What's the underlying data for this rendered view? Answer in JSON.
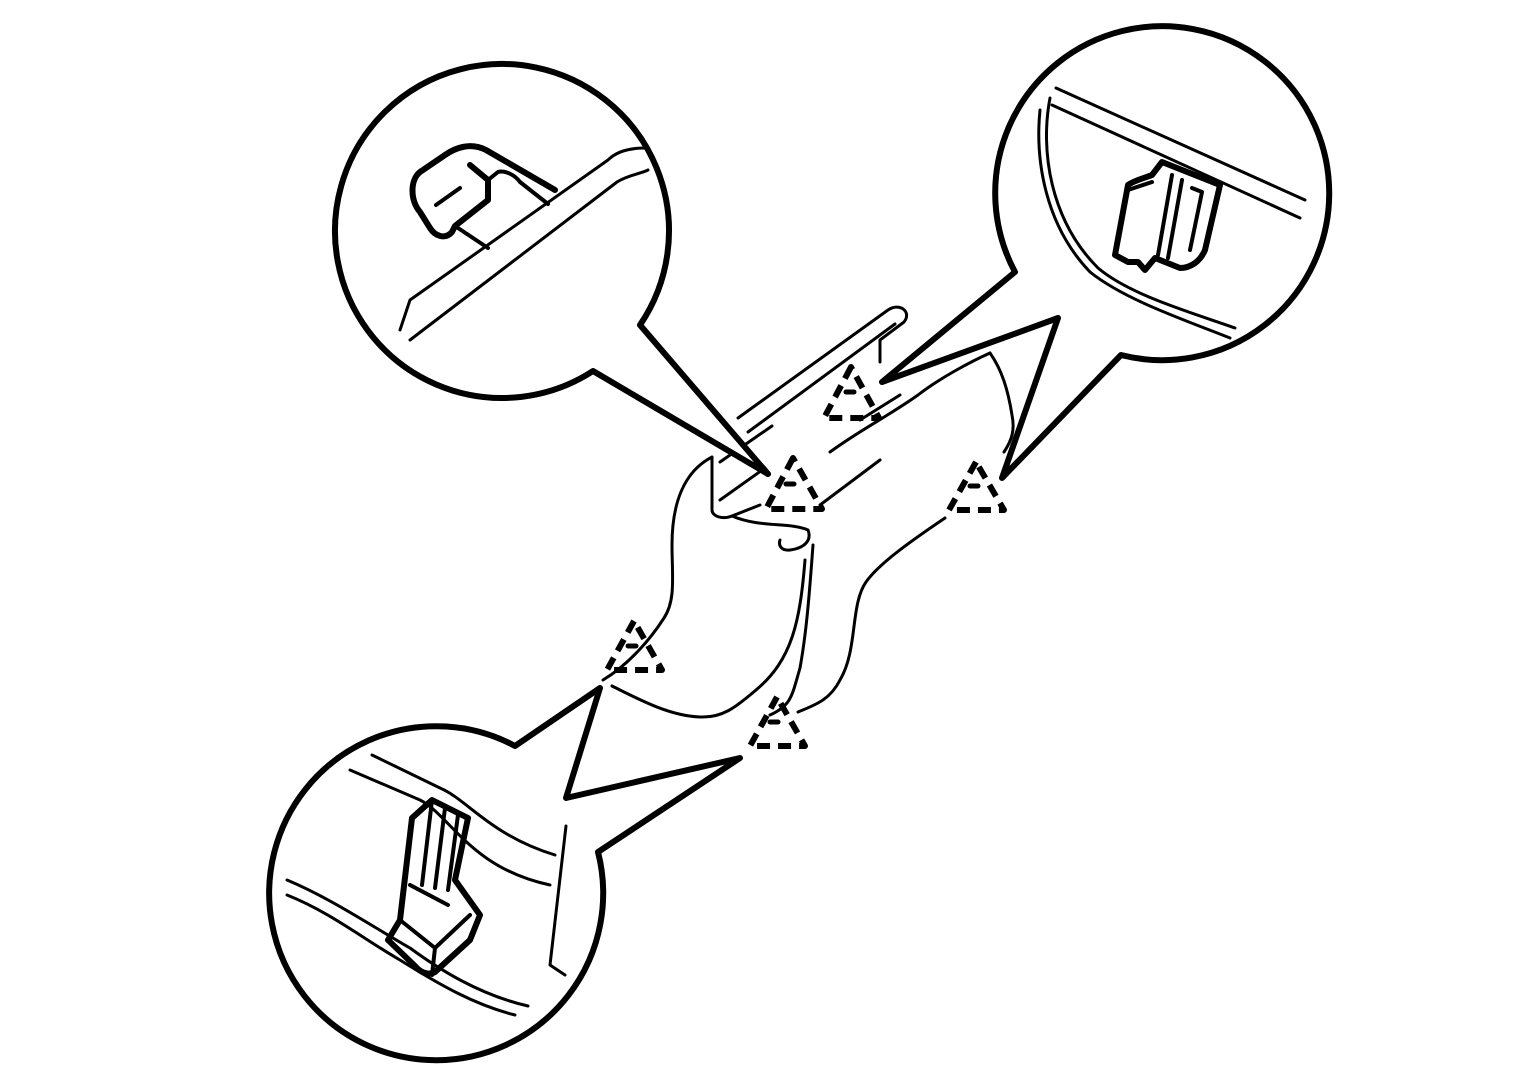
{
  "diagram": {
    "type": "clip-location illustration",
    "callout_count": 3,
    "marker_count": 5,
    "marker_symbol": "dashed-triangle",
    "line_color": "#000000",
    "background_color": "#ffffff"
  }
}
